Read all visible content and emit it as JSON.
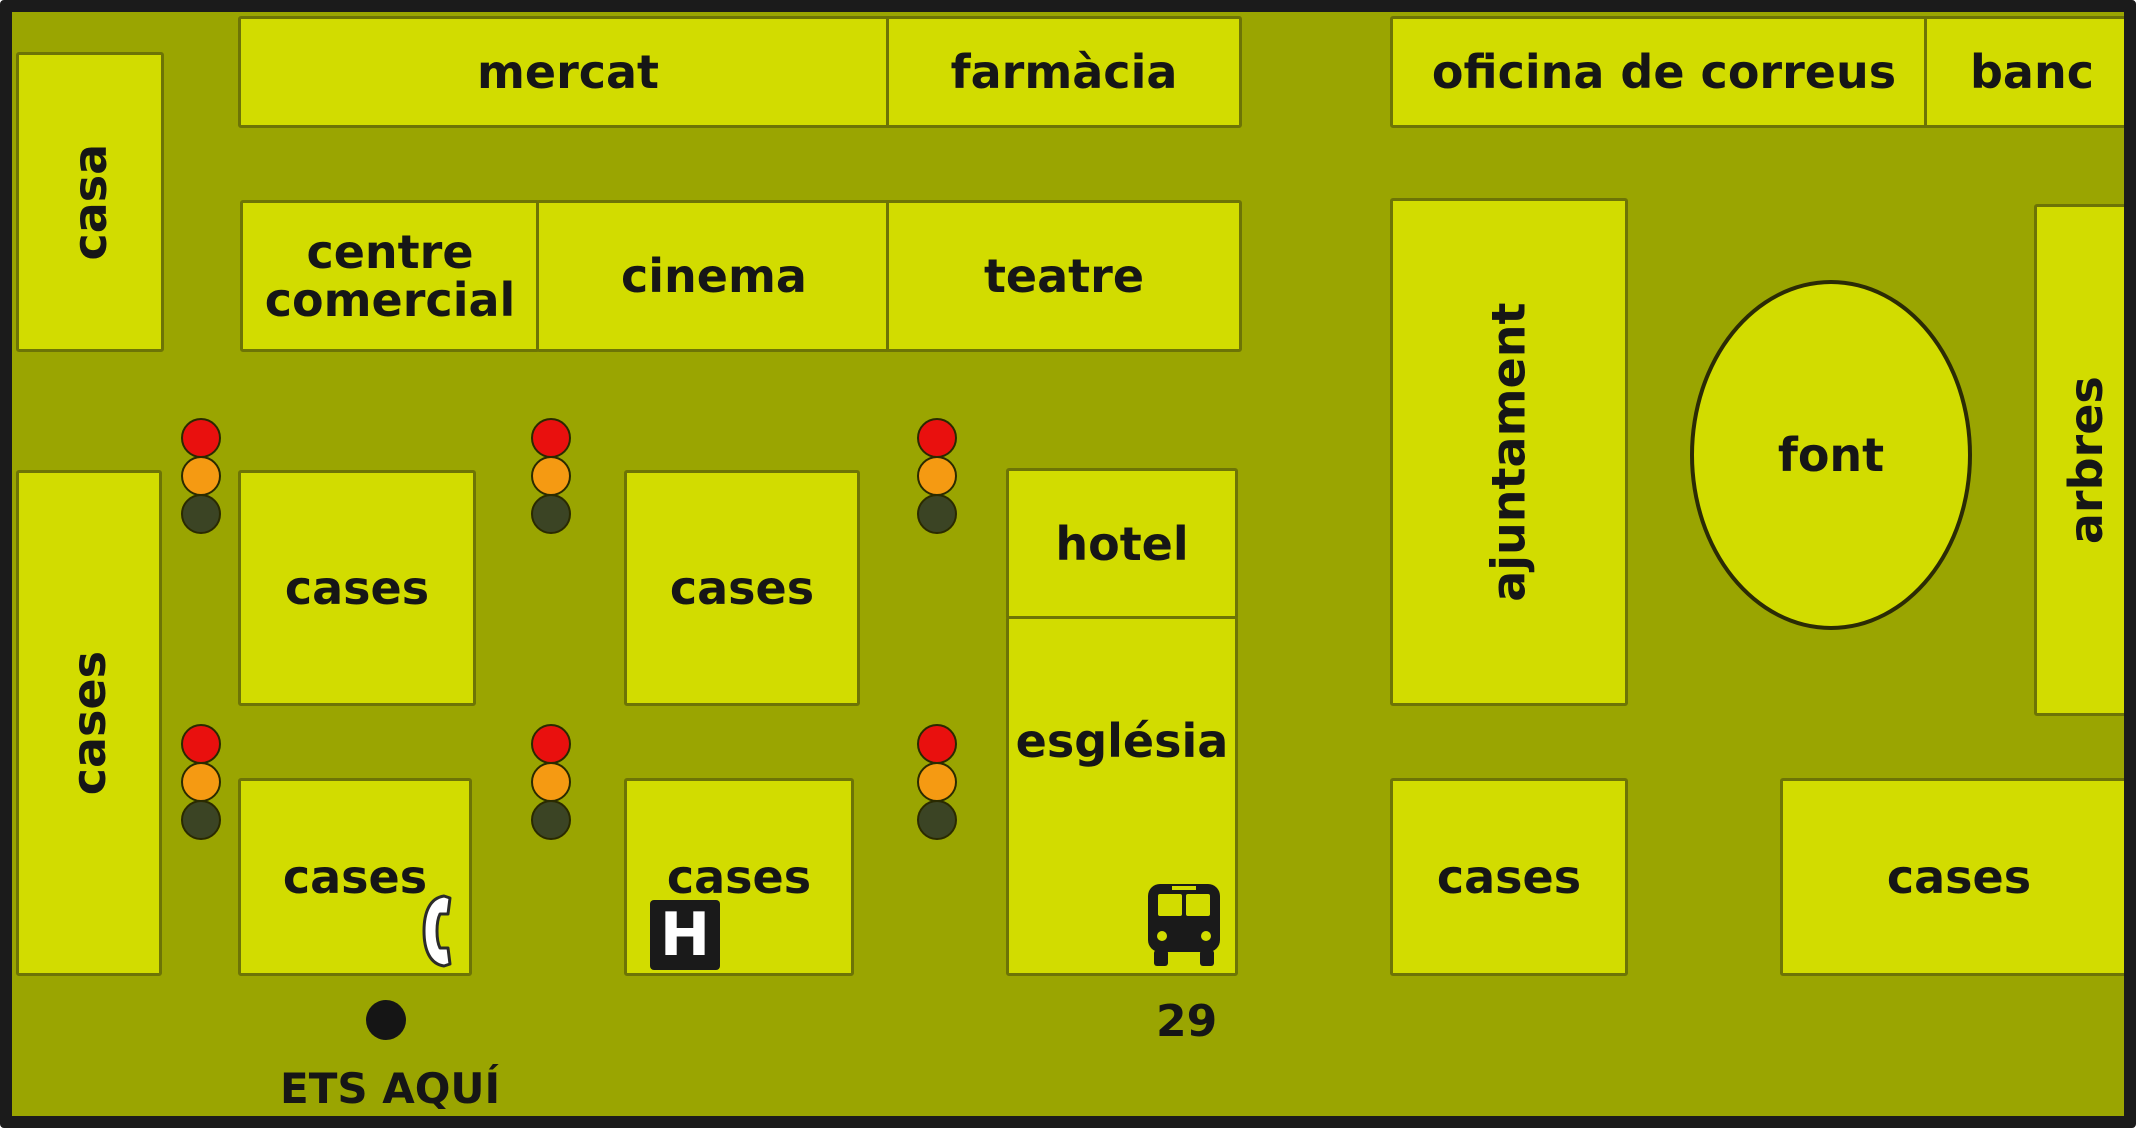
{
  "map": {
    "top_row": {
      "mercat": "mercat",
      "farmacia": "farmàcia",
      "oficina_correus": "oficina de correus",
      "banc": "banc"
    },
    "left": {
      "casa": "casa",
      "cases": "cases"
    },
    "second_row": {
      "centre_comercial": "centre\ncomercial",
      "cinema": "cinema",
      "teatre": "teatre"
    },
    "blocks": {
      "cases_a": "cases",
      "cases_b": "cases",
      "cases_c": "cases",
      "cases_d": "cases",
      "hotel": "hotel",
      "esglesia": "església",
      "ajuntament": "ajuntament",
      "cases_e": "cases",
      "cases_f": "cases"
    },
    "font": "font",
    "arbres": "arbres",
    "bus_number": "29",
    "you_are_here": "ETS AQUÍ",
    "hospital_letter": "H",
    "icons": [
      "traffic-light-icon",
      "telephone-icon",
      "hospital-icon",
      "bus-icon",
      "you-are-here-dot-icon"
    ],
    "colors": {
      "road": "#9aa501",
      "block": "#d2dc00",
      "frame": "#1b1b1b",
      "light_red": "#e9100e",
      "light_amber": "#f59a12",
      "light_green_off": "#3b4424"
    }
  }
}
